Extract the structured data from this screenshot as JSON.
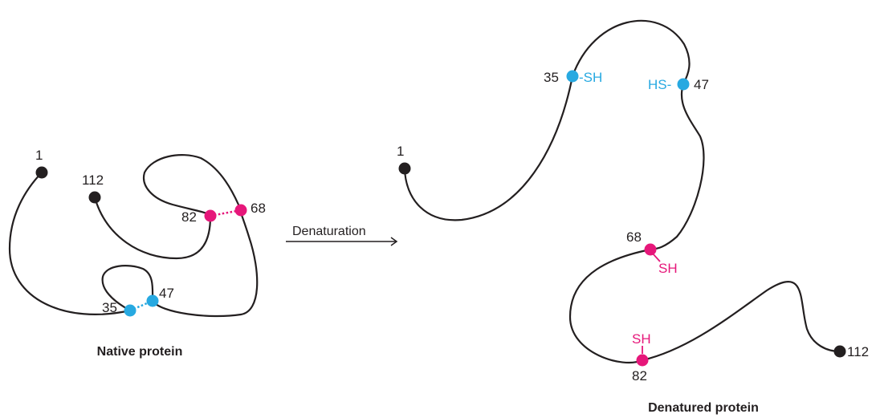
{
  "native": {
    "caption": "Native protein",
    "label_1": "1",
    "label_112": "112",
    "label_82": "82",
    "label_68": "68",
    "label_35": "35",
    "label_47": "47"
  },
  "arrow": {
    "label": "Denaturation"
  },
  "denatured": {
    "caption": "Denatured protein",
    "label_1": "1",
    "label_35": "35",
    "sh_35": "-SH",
    "hs_47": "HS-",
    "label_47": "47",
    "label_68": "68",
    "sh_68": "SH",
    "sh_82": "SH",
    "label_82": "82",
    "label_112": "112"
  },
  "colors": {
    "chain": "#231f20",
    "cysteine_blue": "#27a9e1",
    "cysteine_pink": "#e6177a"
  }
}
